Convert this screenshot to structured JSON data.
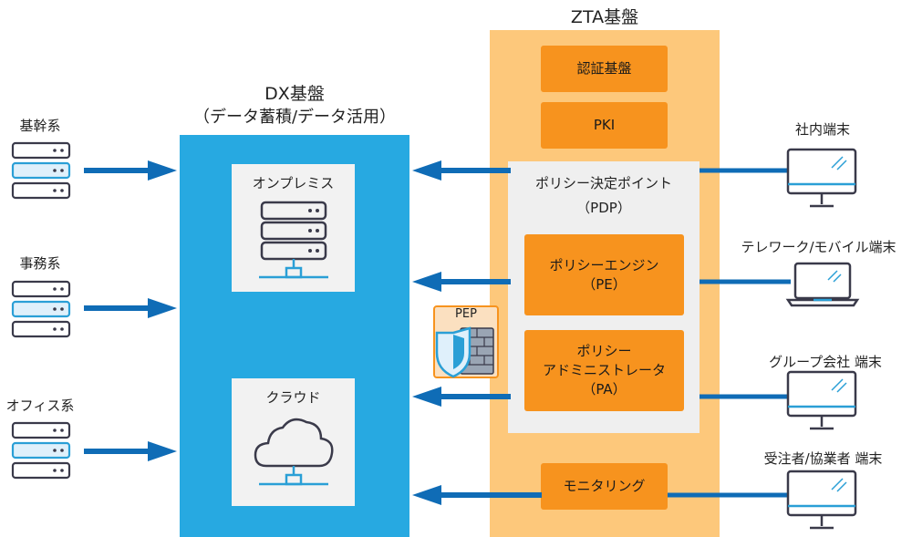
{
  "zta": {
    "title": "ZTA基盤",
    "auth_label": "認証基盤",
    "pki_label": "PKI",
    "pdp_title": "ポリシー決定ポイント",
    "pdp_sub": "（PDP）",
    "pe_line1": "ポリシーエンジン",
    "pe_line2": "（PE）",
    "pa_line1": "ポリシー",
    "pa_line2": "アドミニストレータ",
    "pa_line3": "（PA）",
    "monitoring_label": "モニタリング"
  },
  "dx": {
    "title": "DX基盤",
    "subtitle": "（データ蓄積/データ活用）",
    "onprem_label": "オンプレミス",
    "cloud_label": "クラウド"
  },
  "pep": {
    "label": "PEP"
  },
  "left_systems": [
    {
      "label": "基幹系"
    },
    {
      "label": "事務系"
    },
    {
      "label": "オフィス系"
    }
  ],
  "right_terminals": [
    {
      "label": "社内端末"
    },
    {
      "label": "テレワーク/モバイル端末"
    },
    {
      "label": "グループ会社 端末"
    },
    {
      "label": "受注者/協業者 端末"
    }
  ],
  "colors": {
    "zta_bg": "#fdc87b",
    "orange": "#f7931e",
    "dx_blue": "#27a9e1",
    "arrow_blue": "#0f6cb6",
    "icon_blue": "#2a9fd6",
    "icon_dark": "#3a3a4a"
  }
}
